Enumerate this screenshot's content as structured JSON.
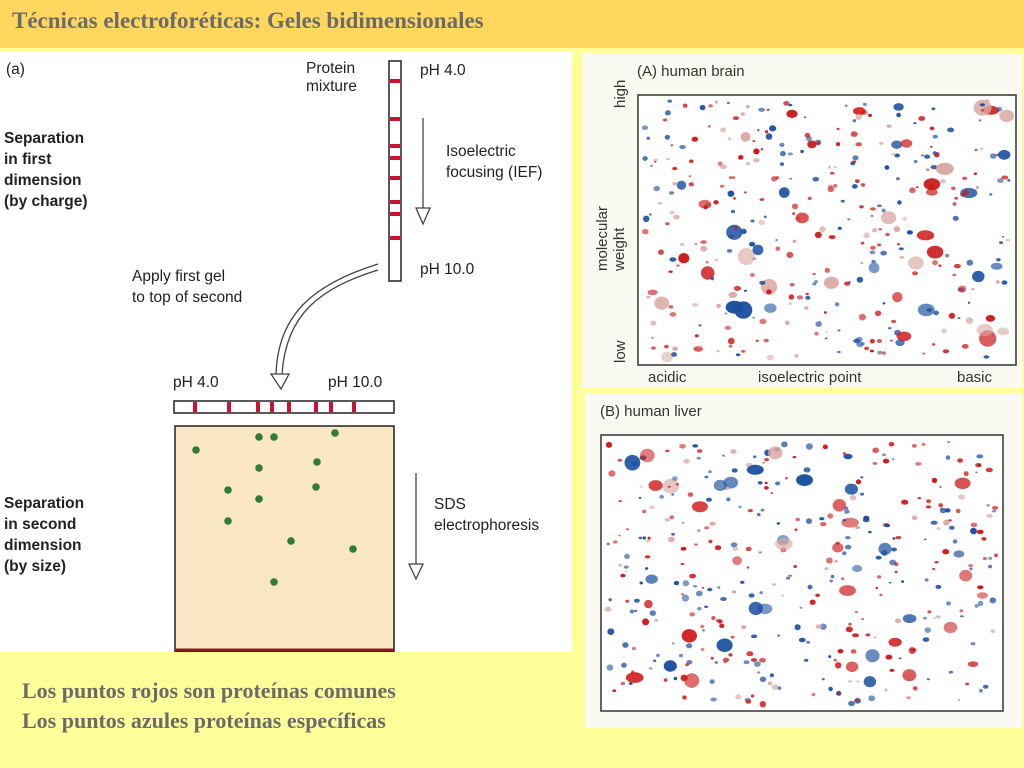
{
  "slide": {
    "title": "Técnicas electroforéticas: Geles bidimensionales",
    "caption_line1": "Los puntos rojos son proteínas comunes",
    "caption_line2": "Los puntos azules proteínas específicas"
  },
  "panel_a": {
    "label": "(a)",
    "protein_mixture": [
      "Protein",
      "mixture"
    ],
    "ph_start": "pH 4.0",
    "ph_end": "pH 10.0",
    "first_dimension": [
      "Separation",
      "in first",
      "dimension",
      "(by charge)"
    ],
    "ief": [
      "Isoelectric",
      "focusing (IEF)"
    ],
    "apply": [
      "Apply first gel",
      "to top of second"
    ],
    "second_ph_start": "pH 4.0",
    "second_ph_end": "pH 10.0",
    "second_dimension": [
      "Separation",
      "in second",
      "dimension",
      "(by size)"
    ],
    "sds": [
      "SDS",
      "electrophoresis"
    ]
  },
  "panel_brain": {
    "title": "(A) human brain",
    "y_high": "high",
    "y_label": [
      "molecular",
      "weight"
    ],
    "y_low": "low",
    "x_acidic": "acidic",
    "x_label": "isoelectric point",
    "x_basic": "basic"
  },
  "panel_liver": {
    "title": "(B) human liver"
  },
  "colors": {
    "title_bar": "#FFD75E",
    "background": "#FFFF99",
    "common_spot": "#cc1a1a",
    "specific_spot": "#1a4fa0",
    "gel_spot": "#2e7d32",
    "strip_band": "#d01030"
  }
}
